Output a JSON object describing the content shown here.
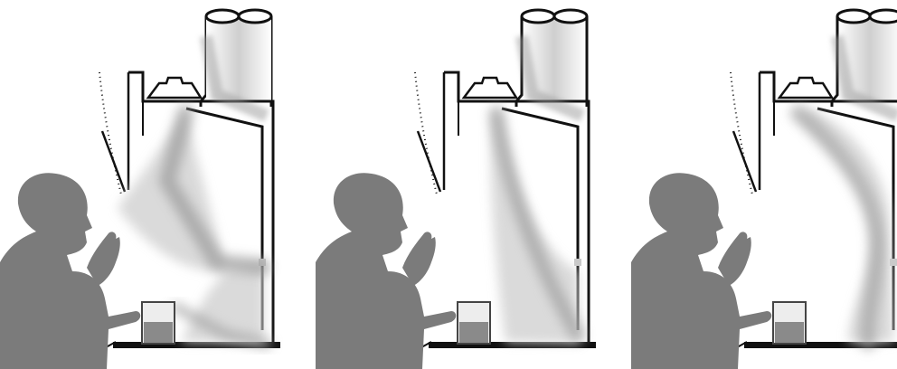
{
  "figure": {
    "panel_count": 3,
    "panels": [
      {
        "id": "panel-1",
        "airflow_pattern": "turbulent-spread"
      },
      {
        "id": "panel-2",
        "airflow_pattern": "diagonal-downdraft"
      },
      {
        "id": "panel-3",
        "airflow_pattern": "curved-rear-flow"
      }
    ],
    "colors": {
      "background": "#ffffff",
      "silhouette": "#7b7b7b",
      "outline": "#111111",
      "airflow": "#9a9a9a",
      "airflow_light": "#d6d6d6",
      "liquid": "#8a8a8a",
      "glass": "#ededed"
    }
  }
}
